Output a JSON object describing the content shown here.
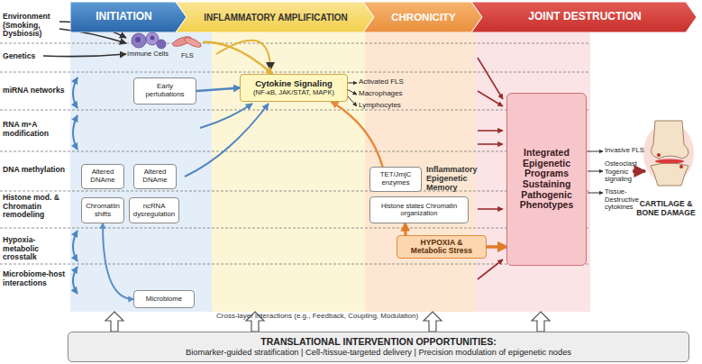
{
  "diagram": {
    "nodes": [
      {
        "text": [
          "INITIATION"
        ]
      },
      {
        "text": [
          "INFLAMMATORY AMPLIFICATION"
        ]
      },
      {
        "text": [
          "CHRONICITY"
        ]
      },
      {
        "text": [
          "JOINT DESTRUCTION"
        ]
      },
      {
        "text": [
          "Immune Cells"
        ]
      },
      {
        "text": [
          "FLS"
        ]
      },
      {
        "text": [
          "Early pertubations"
        ]
      },
      {
        "text": [
          "Cytokine Signaling",
          "(NF-κB, JAK/STAT, MAPK)"
        ]
      },
      {
        "text": [
          "Altered DNAme"
        ]
      },
      {
        "text": [
          "Altered DNAme"
        ]
      },
      {
        "text": [
          "Chromatiin shifts"
        ]
      },
      {
        "text": [
          "ncRNA dysregulation"
        ]
      },
      {
        "text": [
          "TET/JmjC enzymes"
        ]
      },
      {
        "text": [
          "Histone states Chromatin organization"
        ]
      },
      {
        "text": [
          "HYPOXIA & Metabolic Stress"
        ]
      },
      {
        "text": [
          "Integrated Epigenetic Programs Sustaining Pathogenic Phenotypes"
        ]
      },
      {
        "text": [
          "Microbiome"
        ]
      },
      {
        "text": [
          "TRANSLATIONAL INTERVENTION OPPORTUNITIES:",
          "Biomarker-guided stratification | Cell-/tissue-targeted delivery | Precision modulation of epigenetic nodes"
        ]
      }
    ],
    "edges": [
      {
        "from": 5,
        "to": 7,
        "arrow": "to"
      },
      {
        "from": 6,
        "to": 7,
        "arrow": "to"
      },
      {
        "from": 12,
        "to": 7,
        "arrow": "to"
      },
      {
        "from": 14,
        "to": 13,
        "arrow": "to"
      },
      {
        "from": 14,
        "to": 15,
        "arrow": "to"
      },
      {
        "from": 10,
        "to": 16,
        "arrow": "both"
      }
    ],
    "labels": [
      "Environment (Smoking, Dysbiosis)",
      "Genetics",
      "miRNA networks",
      "RNA m⁶A modification",
      "DNA methylation",
      "Histone mod. & Chromatin remodeling",
      "Hypoxia-metabolic crosstalk",
      "Microbiome-host interactions",
      "Activated FLS",
      "Macrophages",
      "Lymphocytes",
      "Inflammatory Epigenetic Memory",
      "Invasive FLS",
      "Osteoclast Togenic signaling",
      "Tissue-Destructive cytokines",
      "CARTILAGE & BONE DAMAGE",
      "Cross-layer interactions (e.g., Feedback, Coupling, Modulation)"
    ]
  }
}
